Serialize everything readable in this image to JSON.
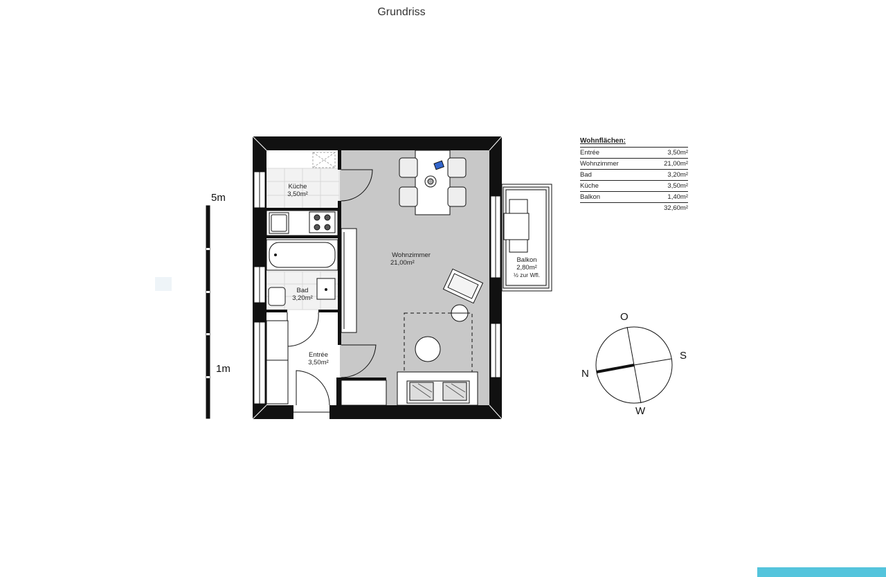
{
  "page": {
    "title": "Grundriss"
  },
  "scale": {
    "top_label": "5m",
    "bottom_label": "1m"
  },
  "rooms": {
    "kueche": {
      "name": "Küche",
      "area": "3,50m²"
    },
    "wohnzimmer": {
      "name": "Wohnzimmer",
      "area": "21,00m²"
    },
    "bad": {
      "name": "Bad",
      "area": "3,20m²"
    },
    "entree": {
      "name": "Entrée",
      "area": "3,50m²"
    },
    "balkon": {
      "name": "Balkon",
      "area": "2,80m²",
      "note": "½ zur Wfl."
    }
  },
  "area_table": {
    "header": "Wohnflächen:",
    "rows": [
      {
        "label": "Entrée",
        "value": "3,50m²"
      },
      {
        "label": "Wohnzimmer",
        "value": "21,00m²"
      },
      {
        "label": "Bad",
        "value": "3,20m²"
      },
      {
        "label": "Küche",
        "value": "3,50m²"
      },
      {
        "label": "Balkon",
        "value": "1,40m²"
      }
    ],
    "total": "32,60m²"
  },
  "compass": {
    "north": "N",
    "east": "O",
    "south": "S",
    "west": "W"
  },
  "colors": {
    "wall": "#111111",
    "living_floor": "#c8c8c8",
    "accent_bar": "#54c4dc"
  }
}
